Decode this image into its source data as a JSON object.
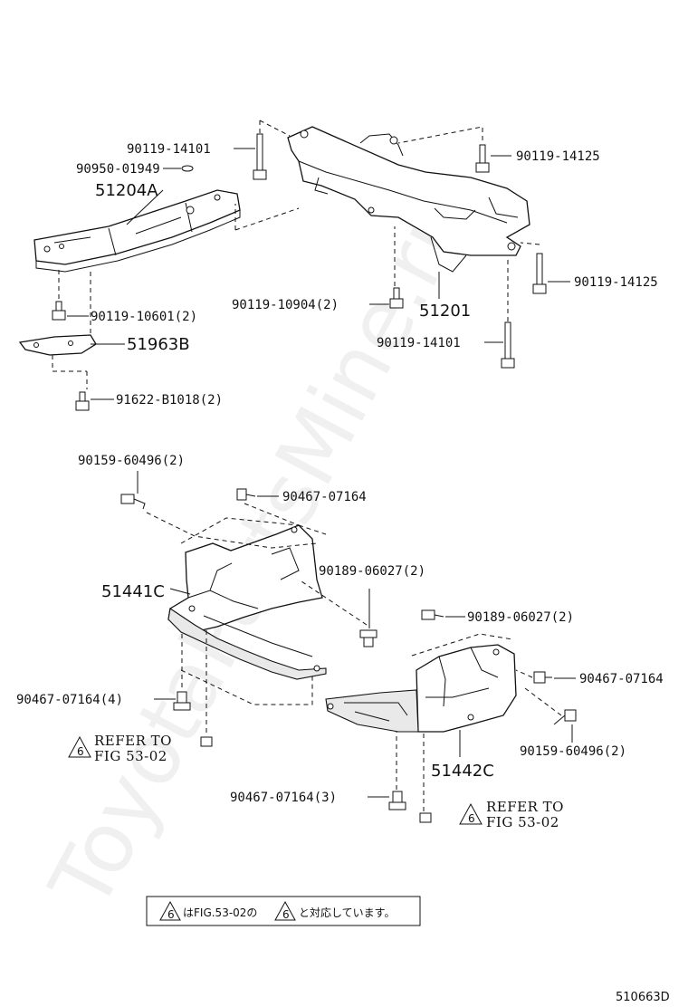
{
  "watermark": "ToyotaPartsMine.ru",
  "figure_id": "510663D",
  "labels": {
    "p90119_14101_top": "90119-14101",
    "p90950_01949": "90950-01949",
    "p51204A": "51204A",
    "p90119_14125_a": "90119-14125",
    "p90119_14125_b": "90119-14125",
    "p90119_10904": "90119-10904(2)",
    "p51201": "51201",
    "p90119_14101_bot": "90119-14101",
    "p90119_10601": "90119-10601(2)",
    "p51963B": "51963B",
    "p91622_B1018": "91622-B1018(2)",
    "p90159_60496_a": "90159-60496(2)",
    "p90467_07164_a": "90467-07164",
    "p51441C": "51441C",
    "p90189_06027_a": "90189-06027(2)",
    "p90189_06027_b": "90189-06027(2)",
    "p90467_07164_b": "90467-07164",
    "p90467_07164_c": "90467-07164(4)",
    "p90159_60496_b": "90159-60496(2)",
    "p51442C": "51442C",
    "p90467_07164_d": "90467-07164(3)"
  },
  "refs": {
    "ref1_symbol": "6",
    "ref1_line1": "REFER TO",
    "ref1_line2": "FIG 53-02",
    "ref2_symbol": "6",
    "ref2_line1": "REFER TO",
    "ref2_line2": "FIG 53-02"
  },
  "note": {
    "symbol_a": "6",
    "text_a": "はFIG.53-02の",
    "symbol_b": "6",
    "text_b": "と対応しています。"
  }
}
